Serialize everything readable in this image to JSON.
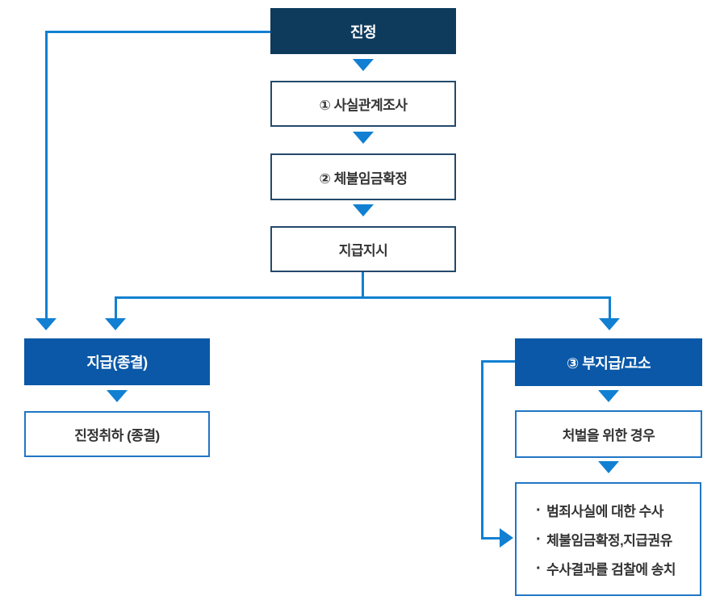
{
  "colors": {
    "navy_fill": "#0e3a5c",
    "blue_fill": "#0a58a7",
    "connector_blue": "#1180d2",
    "outline_navy": "#24496b",
    "outline_blue": "#2176c5",
    "text_dark": "#333333",
    "text_white": "#ffffff",
    "background": "#ffffff"
  },
  "flowchart": {
    "start": {
      "label": "진정"
    },
    "steps": [
      {
        "label": "① 사실관계조사"
      },
      {
        "label": "② 체불임금확정"
      },
      {
        "label": "지급지시"
      }
    ],
    "left_branch": {
      "header_label": "지급(종결)",
      "result_label": "진정취하 (종결)"
    },
    "right_branch": {
      "header_label": "③ 부지급/고소",
      "condition_label": "처벌을 위한 경우",
      "bullet": "·",
      "detail_items": [
        "범죄사실에 대한 수사",
        "체불임금확정,지급권유",
        "수사결과를 검찰에 송치"
      ]
    }
  }
}
